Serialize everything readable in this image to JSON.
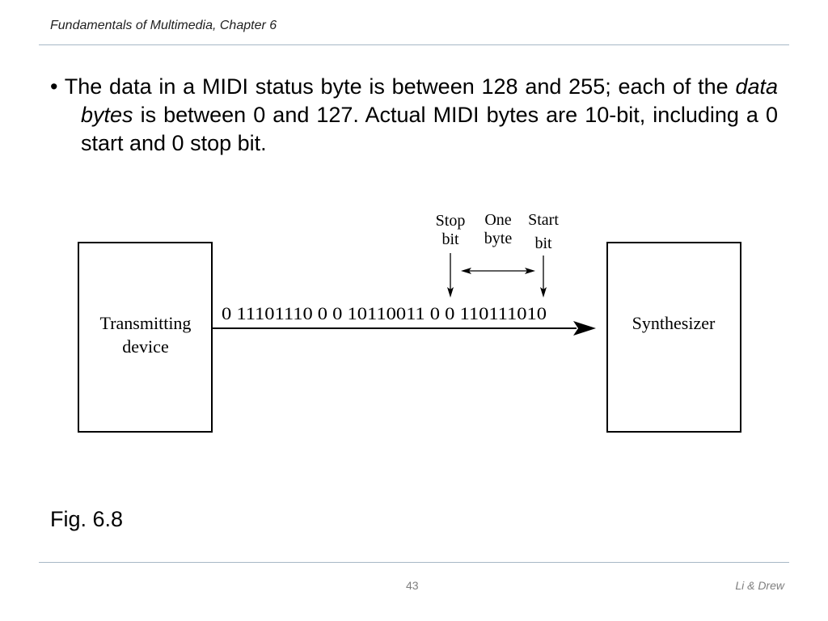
{
  "header": {
    "title": "Fundamentals of Multimedia, Chapter 6"
  },
  "body": {
    "bullet_symbol": "•",
    "bullet_part1": " The data in a MIDI status byte is between 128 and 255; each of the ",
    "bullet_emphasis": "data bytes",
    "bullet_part2": " is between 0 and 127. Actual MIDI bytes are 10-bit, including a 0 start and 0 stop bit."
  },
  "diagram": {
    "left_box_line1": "Transmitting",
    "left_box_line2": "device",
    "right_box_label": "Synthesizer",
    "bit_stream": "0 11101110 0 0 10110011 0 0 110111010",
    "stop_bit_line1": "Stop",
    "stop_bit_line2": "bit",
    "one_byte_line1": "One",
    "one_byte_line2": "byte",
    "start_bit_line1": "Start",
    "start_bit_line2": "bit"
  },
  "figure": {
    "caption": "Fig. 6.8"
  },
  "footer": {
    "page_number": "43",
    "author": "Li & Drew"
  },
  "colors": {
    "rule": "#a7b8c6",
    "footer_text": "#7f7f7f"
  }
}
